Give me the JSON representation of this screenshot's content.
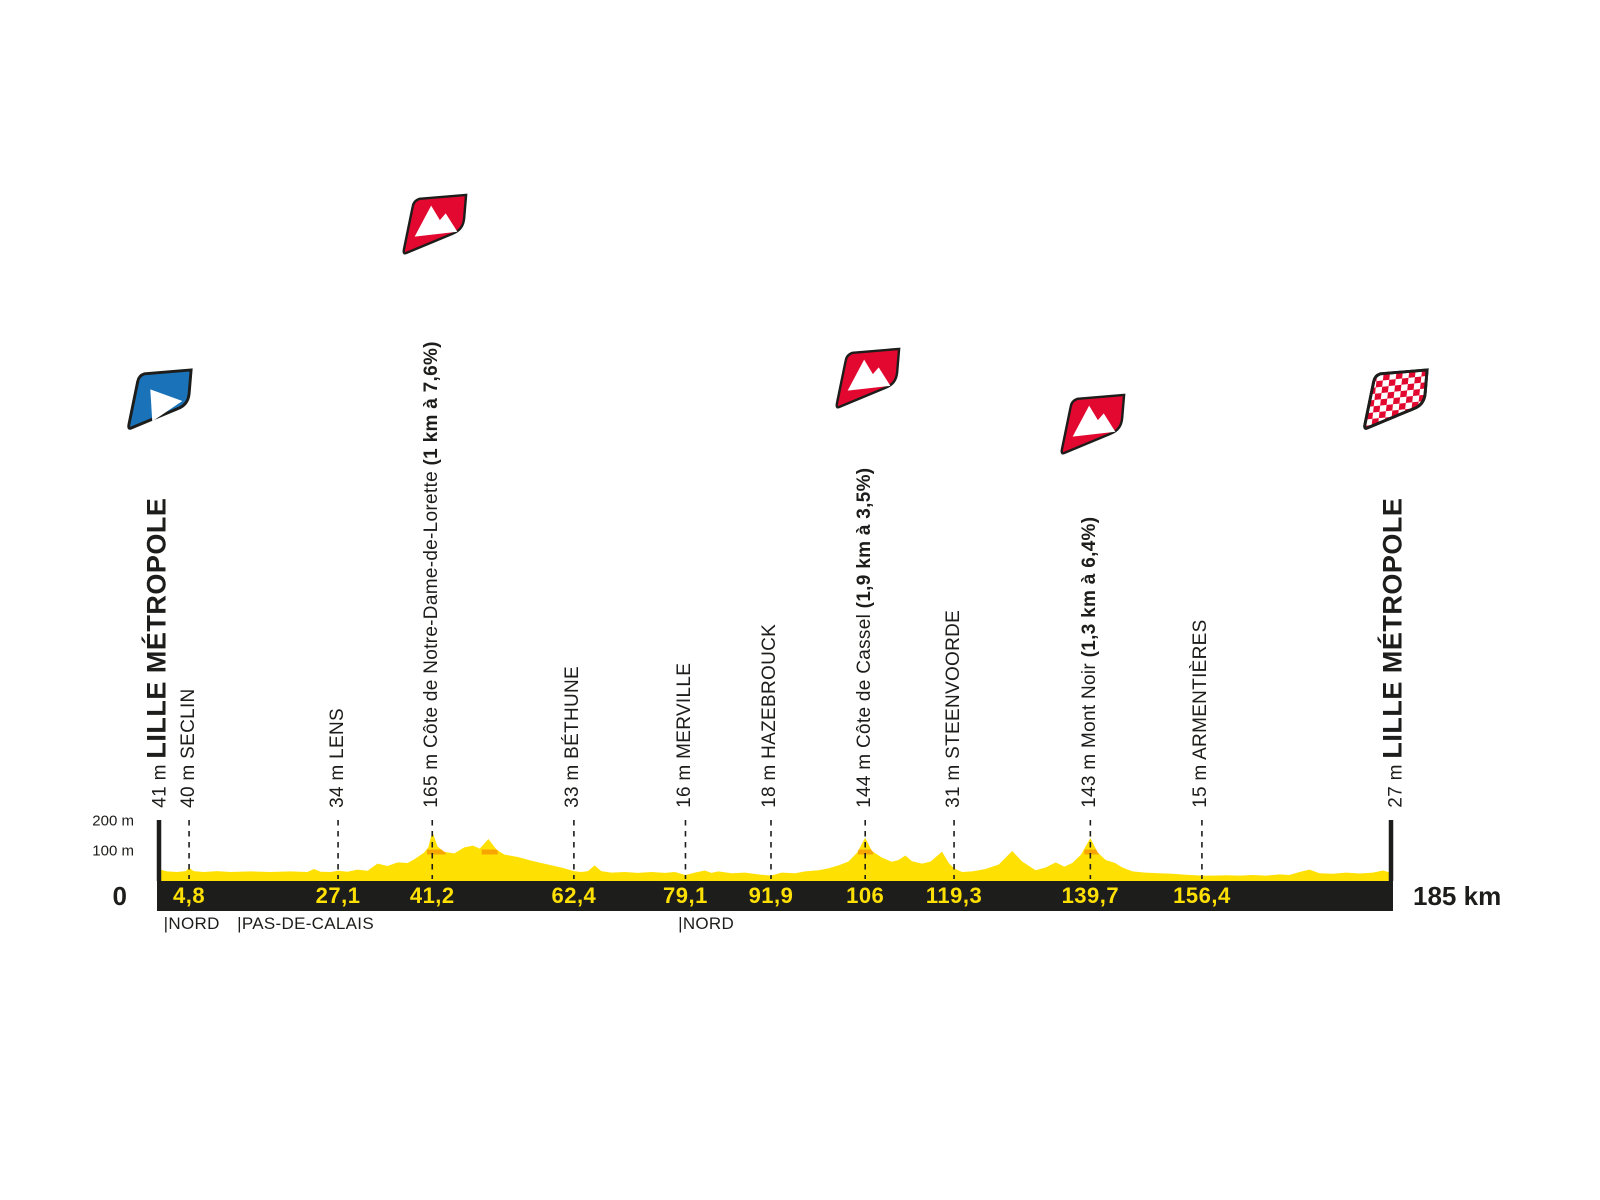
{
  "colors": {
    "yellow": "#FFE003",
    "orange": "#F7A600",
    "red": "#E2082F",
    "blue": "#1A73B8",
    "bar_black": "#1D1D1B",
    "text": "#1D1D1B",
    "white": "#FFFFFF"
  },
  "axis": {
    "gridlines": [
      {
        "label": "200 m",
        "m": 200
      },
      {
        "label": "100 m",
        "m": 100
      }
    ],
    "start_km_label": "0",
    "finish_km_label": "185 km"
  },
  "departments": [
    {
      "label": "|NORD",
      "km": 1
    },
    {
      "label": "|PAS-DE-CALAIS",
      "km": 12
    },
    {
      "label": "|NORD",
      "km": 78
    }
  ],
  "waypoints": [
    {
      "type": "start",
      "km": 0,
      "km_label": null,
      "elev_label": "41 m",
      "elev_m": 41,
      "name": "LILLE MÉTROPOLE",
      "detail": null,
      "icon": "start-flag"
    },
    {
      "type": "city",
      "km": 4.8,
      "km_label": "4,8",
      "elev_label": "40 m",
      "elev_m": 40,
      "name": "SECLIN",
      "detail": null,
      "icon": null
    },
    {
      "type": "city",
      "km": 27.1,
      "km_label": "27,1",
      "elev_label": "34 m",
      "elev_m": 34,
      "name": "LENS",
      "detail": null,
      "icon": null
    },
    {
      "type": "climb",
      "km": 41.2,
      "km_label": "41,2",
      "elev_label": "165 m",
      "elev_m": 165,
      "name": "Côte de Notre-Dame-de-Lorette",
      "detail": "(1 km à 7,6%)",
      "icon": "climb-flag"
    },
    {
      "type": "city",
      "km": 62.4,
      "km_label": "62,4",
      "elev_label": "33 m",
      "elev_m": 33,
      "name": "BÉTHUNE",
      "detail": null,
      "icon": null
    },
    {
      "type": "city",
      "km": 79.1,
      "km_label": "79,1",
      "elev_label": "16 m",
      "elev_m": 16,
      "name": "MERVILLE",
      "detail": null,
      "icon": null
    },
    {
      "type": "city",
      "km": 91.9,
      "km_label": "91,9",
      "elev_label": "18 m",
      "elev_m": 18,
      "name": "HAZEBROUCK",
      "detail": null,
      "icon": null
    },
    {
      "type": "climb",
      "km": 106,
      "km_label": "106",
      "elev_label": "144 m",
      "elev_m": 144,
      "name": "Côte de Cassel",
      "detail": "(1,9 km à 3,5%)",
      "icon": "climb-flag"
    },
    {
      "type": "city",
      "km": 119.3,
      "km_label": "119,3",
      "elev_label": "31 m",
      "elev_m": 31,
      "name": "STEENVOORDE",
      "detail": null,
      "icon": null
    },
    {
      "type": "climb",
      "km": 139.7,
      "km_label": "139,7",
      "elev_label": "143 m",
      "elev_m": 143,
      "name": "Mont Noir",
      "detail": "(1,3 km à 6,4%)",
      "icon": "climb-flag"
    },
    {
      "type": "city",
      "km": 156.4,
      "km_label": "156,4",
      "elev_label": "15 m",
      "elev_m": 15,
      "name": "ARMENTIÈRES",
      "detail": null,
      "icon": null
    },
    {
      "type": "finish",
      "km": 185,
      "km_label": null,
      "elev_label": "27 m",
      "elev_m": 27,
      "name": "LILLE MÉTROPOLE",
      "detail": null,
      "icon": "finish-flag"
    }
  ],
  "chart_data": {
    "type": "area",
    "title": "Stage profile Lille Métropole – Lille Métropole",
    "x_unit": "km",
    "y_unit": "m",
    "xlim": [
      0,
      185
    ],
    "ylim": [
      0,
      230
    ],
    "grid": "off",
    "y_gridline_labels": [
      "200 m",
      "100 m"
    ],
    "total_distance_km": 185,
    "profile_km_m": [
      [
        0,
        41
      ],
      [
        1.5,
        32
      ],
      [
        3,
        30
      ],
      [
        4.3,
        33
      ],
      [
        4.8,
        44
      ],
      [
        5.5,
        33
      ],
      [
        7,
        30
      ],
      [
        9,
        33
      ],
      [
        11,
        30
      ],
      [
        14,
        32
      ],
      [
        17,
        30
      ],
      [
        20,
        32
      ],
      [
        22.5,
        30
      ],
      [
        23.5,
        40
      ],
      [
        24.5,
        31
      ],
      [
        26,
        30
      ],
      [
        27.1,
        34
      ],
      [
        28.5,
        31
      ],
      [
        30,
        38
      ],
      [
        31.5,
        34
      ],
      [
        33,
        58
      ],
      [
        34.5,
        50
      ],
      [
        36,
        62
      ],
      [
        37.5,
        60
      ],
      [
        38.5,
        72
      ],
      [
        40,
        95
      ],
      [
        40.6,
        112
      ],
      [
        41.2,
        165
      ],
      [
        42,
        115
      ],
      [
        43,
        97
      ],
      [
        44.5,
        92
      ],
      [
        46,
        112
      ],
      [
        47.3,
        118
      ],
      [
        48.3,
        108
      ],
      [
        49.6,
        140
      ],
      [
        50.8,
        105
      ],
      [
        52,
        88
      ],
      [
        54,
        80
      ],
      [
        56,
        68
      ],
      [
        58.5,
        55
      ],
      [
        60.5,
        45
      ],
      [
        62.4,
        33
      ],
      [
        63.5,
        30
      ],
      [
        64.5,
        33
      ],
      [
        65.5,
        52
      ],
      [
        66.5,
        33
      ],
      [
        68,
        28
      ],
      [
        70,
        30
      ],
      [
        72,
        27
      ],
      [
        74,
        30
      ],
      [
        76,
        27
      ],
      [
        77.5,
        30
      ],
      [
        79.1,
        20
      ],
      [
        80.5,
        28
      ],
      [
        82,
        35
      ],
      [
        83,
        27
      ],
      [
        84,
        32
      ],
      [
        86,
        26
      ],
      [
        88,
        28
      ],
      [
        90,
        22
      ],
      [
        91.9,
        18
      ],
      [
        93.5,
        28
      ],
      [
        95.5,
        26
      ],
      [
        97,
        32
      ],
      [
        99,
        36
      ],
      [
        100.5,
        42
      ],
      [
        102,
        52
      ],
      [
        103.5,
        65
      ],
      [
        104.8,
        95
      ],
      [
        106,
        144
      ],
      [
        107,
        100
      ],
      [
        108.5,
        78
      ],
      [
        110,
        64
      ],
      [
        111,
        70
      ],
      [
        112,
        85
      ],
      [
        113,
        66
      ],
      [
        114.5,
        58
      ],
      [
        115.8,
        65
      ],
      [
        117.5,
        98
      ],
      [
        118.5,
        60
      ],
      [
        119.3,
        42
      ],
      [
        120.5,
        30
      ],
      [
        122,
        32
      ],
      [
        124,
        40
      ],
      [
        126,
        55
      ],
      [
        128,
        100
      ],
      [
        129.5,
        65
      ],
      [
        131.5,
        36
      ],
      [
        133,
        45
      ],
      [
        134.5,
        62
      ],
      [
        135.8,
        48
      ],
      [
        137,
        60
      ],
      [
        138.3,
        88
      ],
      [
        139.7,
        143
      ],
      [
        140.8,
        95
      ],
      [
        142,
        70
      ],
      [
        143.4,
        60
      ],
      [
        144.5,
        45
      ],
      [
        146,
        32
      ],
      [
        148,
        28
      ],
      [
        150,
        26
      ],
      [
        152,
        24
      ],
      [
        154,
        21
      ],
      [
        156.4,
        18
      ],
      [
        158,
        18
      ],
      [
        160,
        19
      ],
      [
        162,
        18
      ],
      [
        164,
        20
      ],
      [
        166,
        18
      ],
      [
        168,
        22
      ],
      [
        169.5,
        20
      ],
      [
        171,
        30
      ],
      [
        172.5,
        38
      ],
      [
        174,
        26
      ],
      [
        176,
        24
      ],
      [
        178,
        28
      ],
      [
        180,
        25
      ],
      [
        182,
        28
      ],
      [
        183.5,
        35
      ],
      [
        184.3,
        30
      ],
      [
        185,
        27
      ]
    ],
    "steep_segments_km": [
      [
        40.4,
        43.2
      ],
      [
        48.6,
        51.0
      ],
      [
        104.9,
        107.2
      ],
      [
        138.8,
        141.0
      ]
    ],
    "climbs": [
      {
        "name": "Côte de Notre-Dame-de-Lorette",
        "summit_km": 41.2,
        "summit_m": 165,
        "length_gradient": "1 km à 7,6%"
      },
      {
        "name": "Côte de Cassel",
        "summit_km": 106,
        "summit_m": 144,
        "length_gradient": "1,9 km à 3,5%"
      },
      {
        "name": "Mont Noir",
        "summit_km": 139.7,
        "summit_m": 143,
        "length_gradient": "1,3 km à 6,4%"
      }
    ]
  }
}
